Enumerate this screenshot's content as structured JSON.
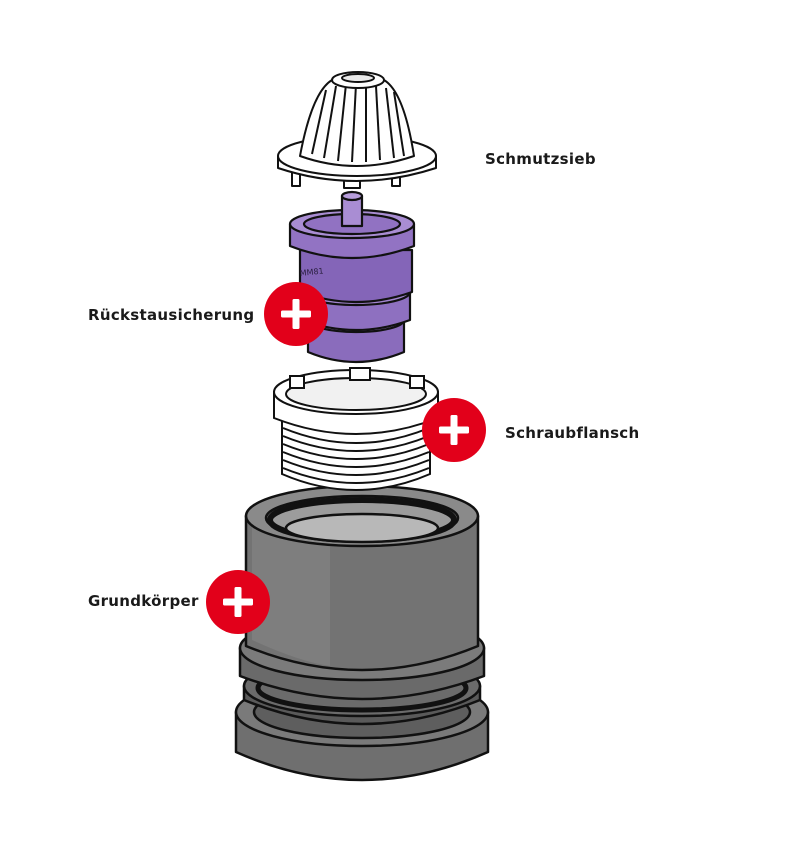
{
  "labels": {
    "schmutzsieb": "Schmutzsieb",
    "rueckstausicherung": "Rückstausicherung",
    "schraubflansch": "Schraubflansch",
    "grundkoerper": "Grundkörper"
  },
  "hotspots": [
    {
      "target": "Rückstausicherung",
      "icon": "plus-icon"
    },
    {
      "target": "Schraubflansch",
      "icon": "plus-icon"
    },
    {
      "target": "Grundkörper",
      "icon": "plus-icon"
    }
  ],
  "colors": {
    "hotspot_red": "#e2001a",
    "purple_part": "#8e6fbf",
    "grey_body": "#6d6d6d",
    "outline": "#111111"
  }
}
